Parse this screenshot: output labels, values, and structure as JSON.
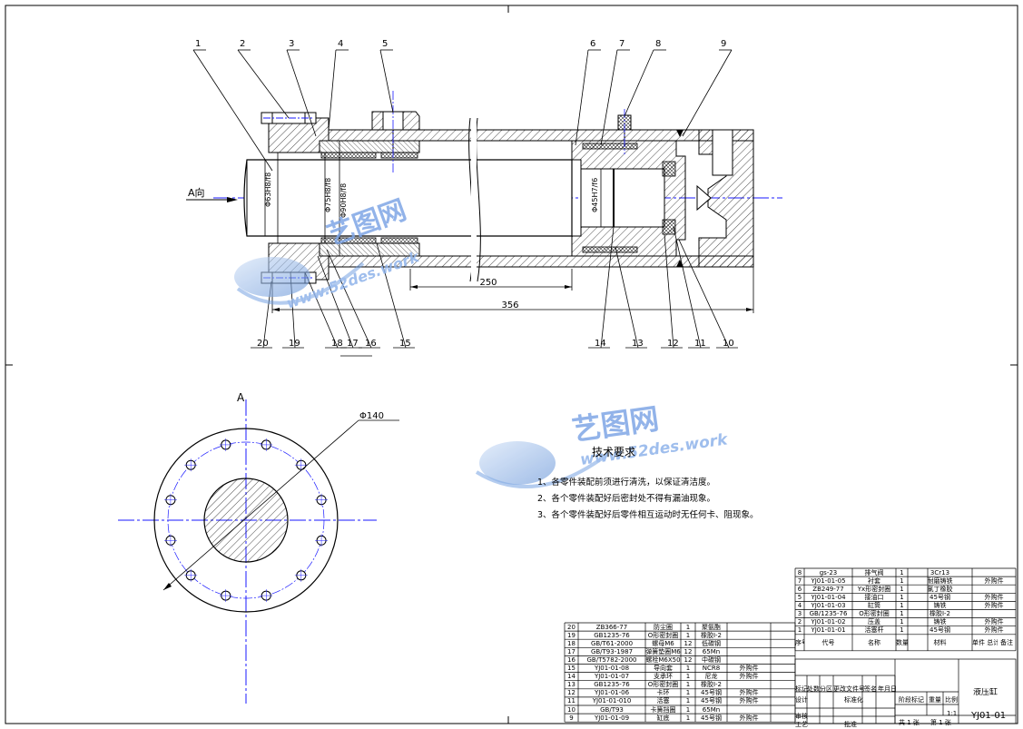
{
  "drawing": {
    "callouts_top": [
      "1",
      "2",
      "3",
      "4",
      "5",
      "6",
      "7",
      "8",
      "9"
    ],
    "callouts_bottom": [
      "20",
      "19",
      "18",
      "17",
      "16",
      "15",
      "14",
      "13",
      "12",
      "11",
      "10"
    ],
    "view_label": "A向",
    "section_label": "A",
    "dimensions": {
      "d1": "Φ63H8/f8",
      "d2": "Φ75H8/f8",
      "d3": "Φ90H8/f8",
      "d4": "Φ45H7/f6",
      "len1": "250",
      "len2": "356",
      "pcd": "Φ140"
    }
  },
  "watermark": {
    "logo_text": "艺图网",
    "url_text": "www.52des.work"
  },
  "tech": {
    "title": "技术要求",
    "items": [
      "1、各零件装配前须进行清洗，以保证清洁度。",
      "2、各个零件装配好后密封处不得有漏油现象。",
      "3、各个零件装配好后零件相互运动时无任何卡、阻现象。"
    ]
  },
  "bom_right": [
    {
      "no": "8",
      "code": "gs-23",
      "name": "排气阀",
      "qty": "1",
      "mat": "3Cr13",
      "note": ""
    },
    {
      "no": "7",
      "code": "YJ01-01-05",
      "name": "衬套",
      "qty": "1",
      "mat": "耐磨铸铁",
      "note": "外购件"
    },
    {
      "no": "6",
      "code": "ZB249-77",
      "name": "Yx形密封圈",
      "qty": "1",
      "mat": "氯丁橡胶",
      "note": ""
    },
    {
      "no": "5",
      "code": "YJ01-01-04",
      "name": "接油口",
      "qty": "1",
      "mat": "45号钢",
      "note": "外购件"
    },
    {
      "no": "4",
      "code": "YJ01-01-03",
      "name": "缸筒",
      "qty": "1",
      "mat": "铸铁",
      "note": "外购件"
    },
    {
      "no": "3",
      "code": "GB/1235-76",
      "name": "O形密封圈",
      "qty": "1",
      "mat": "橡胶I-2",
      "note": ""
    },
    {
      "no": "2",
      "code": "YJ01-01-02",
      "name": "压盖",
      "qty": "1",
      "mat": "铸铁",
      "note": "外购件"
    },
    {
      "no": "1",
      "code": "YJ01-01-01",
      "name": "活塞杆",
      "qty": "1",
      "mat": "45号钢",
      "note": "外购件"
    }
  ],
  "bom_right_header": [
    "序号",
    "代号",
    "名称",
    "数量",
    "材料",
    "单件 总计 重量",
    "备注"
  ],
  "bom_left": [
    {
      "no": "20",
      "code": "ZB366-77",
      "name": "防尘圈",
      "qty": "1",
      "mat": "聚氨酯",
      "note": ""
    },
    {
      "no": "19",
      "code": "GB1235-76",
      "name": "O形密封圈",
      "qty": "1",
      "mat": "橡胶I-2",
      "note": ""
    },
    {
      "no": "18",
      "code": "GB/T61-2000",
      "name": "螺母M6",
      "qty": "12",
      "mat": "低碳钢",
      "note": ""
    },
    {
      "no": "17",
      "code": "GB/T93-1987",
      "name": "弹簧垫圈M6",
      "qty": "12",
      "mat": "65Mn",
      "note": ""
    },
    {
      "no": "16",
      "code": "GB/T5782-2000",
      "name": "螺栓M6X50",
      "qty": "12",
      "mat": "中碳钢",
      "note": ""
    },
    {
      "no": "15",
      "code": "YJ01-01-08",
      "name": "导向套",
      "qty": "1",
      "mat": "NCR8",
      "note": "外购件"
    },
    {
      "no": "14",
      "code": "YJ01-01-07",
      "name": "支承环",
      "qty": "1",
      "mat": "尼龙",
      "note": "外购件"
    },
    {
      "no": "13",
      "code": "GB1235-76",
      "name": "O形密封圈",
      "qty": "1",
      "mat": "橡胶I-2",
      "note": ""
    },
    {
      "no": "12",
      "code": "YJ01-01-06",
      "name": "卡环",
      "qty": "1",
      "mat": "45号钢",
      "note": "外购件"
    },
    {
      "no": "11",
      "code": "YJ01-01-010",
      "name": "活塞",
      "qty": "1",
      "mat": "45号钢",
      "note": "外购件"
    },
    {
      "no": "10",
      "code": "GB/T93",
      "name": "卡簧挡圈",
      "qty": "1",
      "mat": "65Mn",
      "note": ""
    },
    {
      "no": "9",
      "code": "YJ01-01-09",
      "name": "缸底",
      "qty": "1",
      "mat": "45号钢",
      "note": "外购件"
    }
  ],
  "title_block": {
    "name": "液压缸",
    "drawing_no": "YJ01-01",
    "sign_headers": [
      "标记",
      "处数",
      "分区",
      "更改文件号",
      "签名",
      "年月日"
    ],
    "roles": [
      "设计",
      "标准化",
      "审核",
      "工艺",
      "批准"
    ],
    "stage_headers": [
      "阶段标记",
      "重量",
      "比例"
    ],
    "scale": "1:1",
    "sheets_total": "共 1 张",
    "sheet_no": "第 1 张"
  }
}
